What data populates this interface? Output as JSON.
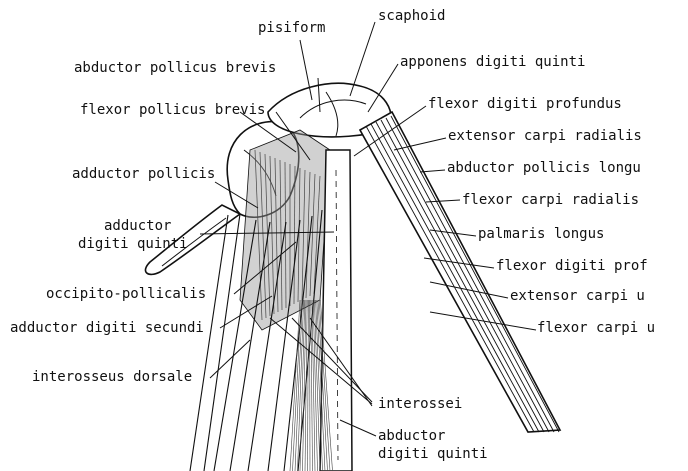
{
  "colors": {
    "background": "#ffffff",
    "ink": "#111111",
    "muscle_shade": "#9a9a9a"
  },
  "labels": {
    "pisiform": "pisiform",
    "scaphoid": "scaphoid",
    "abductor_pollicus_brevis": "abductor pollicus brevis",
    "apponens_digiti_quinti": "apponens digiti quinti",
    "flexor_pollicus_brevis": "flexor pollicus brevis",
    "flexor_digiti_profundus": "flexor digiti profundus",
    "extensor_carpi_radialis": "extensor carpi radialis",
    "adductor_pollicis": "adductor pollicis",
    "abductor_pollicis_longus": "abductor pollicis longu",
    "flexor_carpi_radialis": "flexor carpi radialis",
    "adductor_digiti_quinti_line1": "adductor",
    "adductor_digiti_quinti_line2": "digiti quinti",
    "palmaris_longus": "palmaris longus",
    "flexor_digiti_prof": "flexor digiti prof",
    "occipito_pollicalis": "occipito-pollicalis",
    "extensor_carpi_u": "extensor carpi u",
    "adductor_digiti_secundi": "adductor digiti secundi",
    "flexor_carpi_u": "flexor carpi u",
    "interosseus_dorsale": "interosseus dorsale",
    "interossei": "interossei",
    "abductor_digiti_quinti_line1": "abductor",
    "abductor_digiti_quinti_line2": "digiti quinti"
  }
}
